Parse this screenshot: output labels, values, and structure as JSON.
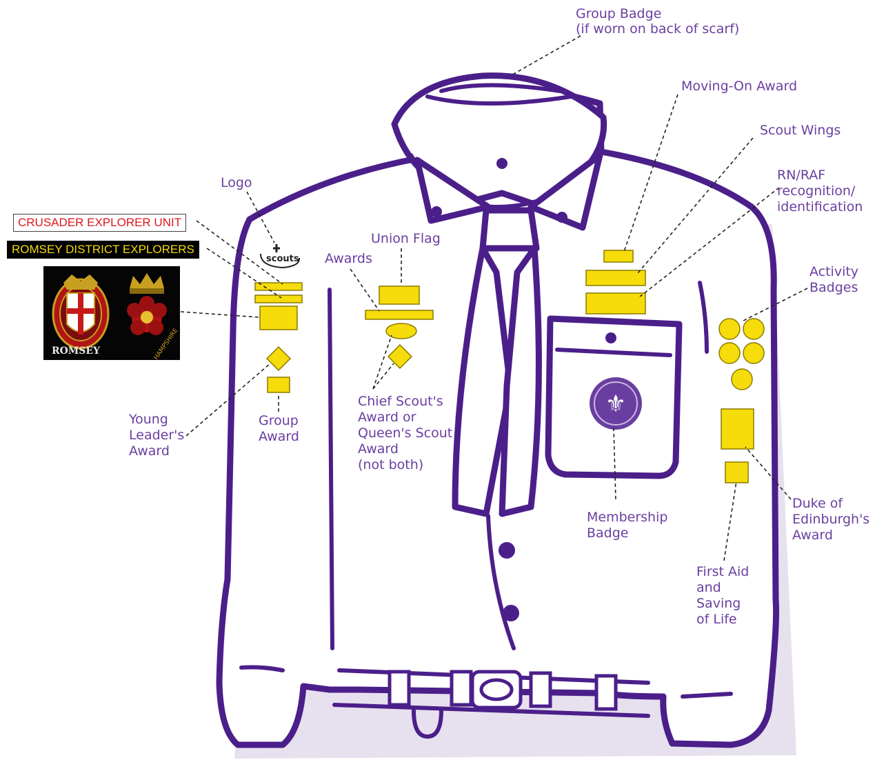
{
  "unit_labels": {
    "unit_name": "CRUSADER EXPLORER UNIT",
    "district_name": "ROMSEY DISTRICT EXPLORERS",
    "badge_left_text": "ROMSEY",
    "badge_right_text": "HAMPSHIRE"
  },
  "logo_text": "scouts",
  "labels": {
    "group_badge": [
      "Group Badge",
      "(if worn on back of scarf)"
    ],
    "moving_on_award": [
      "Moving-On Award"
    ],
    "scout_wings": [
      "Scout Wings"
    ],
    "rn_raf": [
      "RN/RAF",
      "recognition/",
      "identification"
    ],
    "logo": [
      "Logo"
    ],
    "union_flag": [
      "Union Flag"
    ],
    "awards": [
      "Awards"
    ],
    "activity_badges": [
      "Activity",
      "Badges"
    ],
    "young_leader": [
      "Young",
      "Leader's",
      "Award"
    ],
    "group_award": [
      "Group",
      "Award"
    ],
    "chief_scout": [
      "Chief Scout's",
      "Award or",
      "Queen's Scout",
      "Award",
      "(not both)"
    ],
    "membership": [
      "Membership",
      "Badge"
    ],
    "duke_of_edinburgh": [
      "Duke of",
      "Edinburgh's",
      "Award"
    ],
    "first_aid": [
      "First Aid",
      "and",
      "Saving",
      "of Life"
    ]
  },
  "colors": {
    "outline": "#4b1f8a",
    "label_text": "#6a3ea0",
    "badge_fill": "#f5dc0a",
    "unit_text": "#e0161b",
    "district_text": "#f5dc0a",
    "district_bg": "#000000"
  }
}
